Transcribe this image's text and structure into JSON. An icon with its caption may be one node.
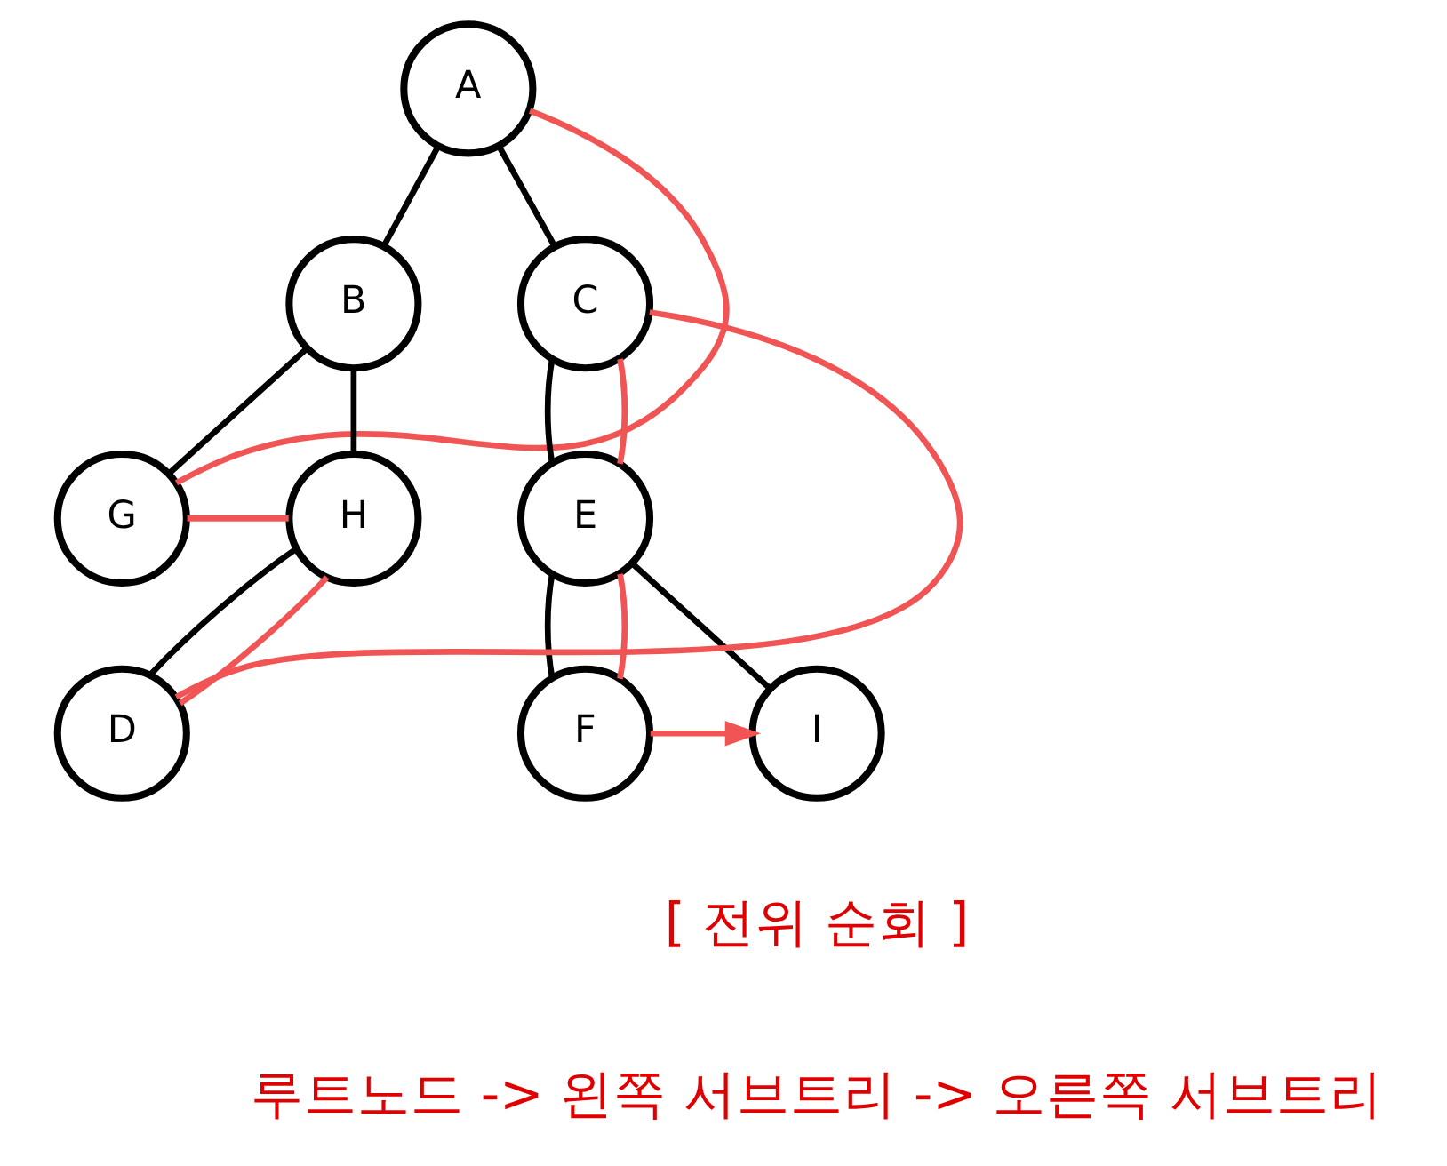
{
  "diagram": {
    "nodes": [
      {
        "text": [
          "A"
        ]
      },
      {
        "text": [
          "B"
        ]
      },
      {
        "text": [
          "C"
        ]
      },
      {
        "text": [
          "G"
        ]
      },
      {
        "text": [
          "H"
        ]
      },
      {
        "text": [
          "E"
        ]
      },
      {
        "text": [
          "D"
        ]
      },
      {
        "text": [
          "F"
        ]
      },
      {
        "text": [
          "I"
        ]
      }
    ],
    "edges": [
      {
        "from": 0,
        "to": 1,
        "arrow": "none"
      },
      {
        "from": 0,
        "to": 2,
        "arrow": "none"
      },
      {
        "from": 1,
        "to": 3,
        "arrow": "none"
      },
      {
        "from": 1,
        "to": 4,
        "arrow": "none"
      },
      {
        "from": 4,
        "to": 6,
        "arrow": "none"
      },
      {
        "from": 2,
        "to": 5,
        "arrow": "none"
      },
      {
        "from": 5,
        "to": 7,
        "arrow": "none"
      },
      {
        "from": 5,
        "to": 8,
        "arrow": "none"
      },
      {
        "from": 0,
        "to": 3,
        "arrow": "none",
        "color": "#f05454"
      },
      {
        "from": 3,
        "to": 4,
        "arrow": "none",
        "color": "#f05454"
      },
      {
        "from": 4,
        "to": 6,
        "arrow": "none",
        "color": "#f05454"
      },
      {
        "from": 6,
        "to": 2,
        "arrow": "none",
        "color": "#f05454"
      },
      {
        "from": 2,
        "to": 5,
        "arrow": "none",
        "color": "#f05454"
      },
      {
        "from": 5,
        "to": 7,
        "arrow": "none",
        "color": "#f05454"
      },
      {
        "from": 7,
        "to": 8,
        "arrow": "to",
        "color": "#f05454"
      }
    ],
    "labels": [
      "[ 전위 순회 ]",
      "루트노드 -> 왼쪽 서브트리 -> 오른쪽 서브트리"
    ]
  }
}
